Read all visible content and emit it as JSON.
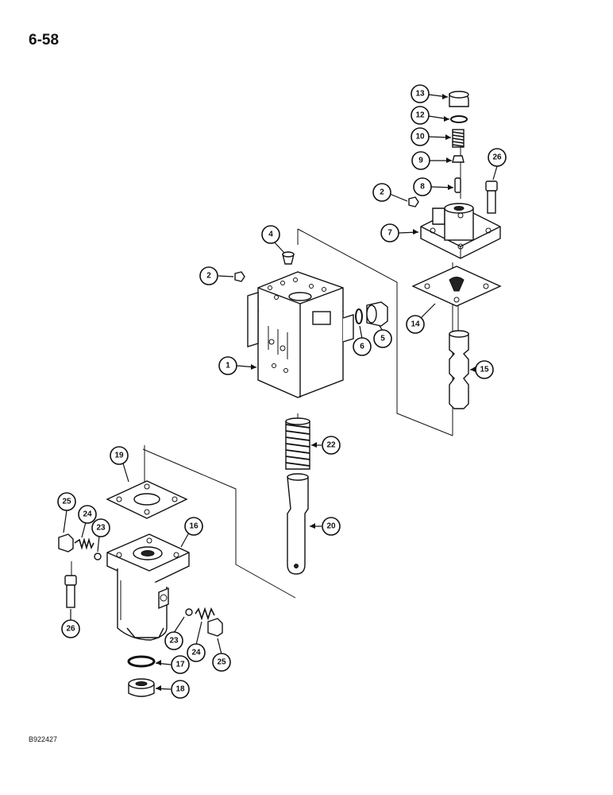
{
  "page": {
    "page_number": "6-58",
    "drawing_code": "B922427"
  },
  "callouts": [
    {
      "id": "c13",
      "label": "13"
    },
    {
      "id": "c12",
      "label": "12"
    },
    {
      "id": "c10",
      "label": "10"
    },
    {
      "id": "c9",
      "label": "9"
    },
    {
      "id": "c26a",
      "label": "26"
    },
    {
      "id": "c8",
      "label": "8"
    },
    {
      "id": "c2a",
      "label": "2"
    },
    {
      "id": "c7",
      "label": "7"
    },
    {
      "id": "c4",
      "label": "4"
    },
    {
      "id": "c2b",
      "label": "2"
    },
    {
      "id": "c14",
      "label": "14"
    },
    {
      "id": "c6",
      "label": "6"
    },
    {
      "id": "c5",
      "label": "5"
    },
    {
      "id": "c1",
      "label": "1"
    },
    {
      "id": "c15",
      "label": "15"
    },
    {
      "id": "c22",
      "label": "22"
    },
    {
      "id": "c19",
      "label": "19"
    },
    {
      "id": "c25a",
      "label": "25"
    },
    {
      "id": "c24a",
      "label": "24"
    },
    {
      "id": "c23a",
      "label": "23"
    },
    {
      "id": "c16",
      "label": "16"
    },
    {
      "id": "c20",
      "label": "20"
    },
    {
      "id": "c26b",
      "label": "26"
    },
    {
      "id": "c23b",
      "label": "23"
    },
    {
      "id": "c24b",
      "label": "24"
    },
    {
      "id": "c25b",
      "label": "25"
    },
    {
      "id": "c17",
      "label": "17"
    },
    {
      "id": "c18",
      "label": "18"
    }
  ]
}
